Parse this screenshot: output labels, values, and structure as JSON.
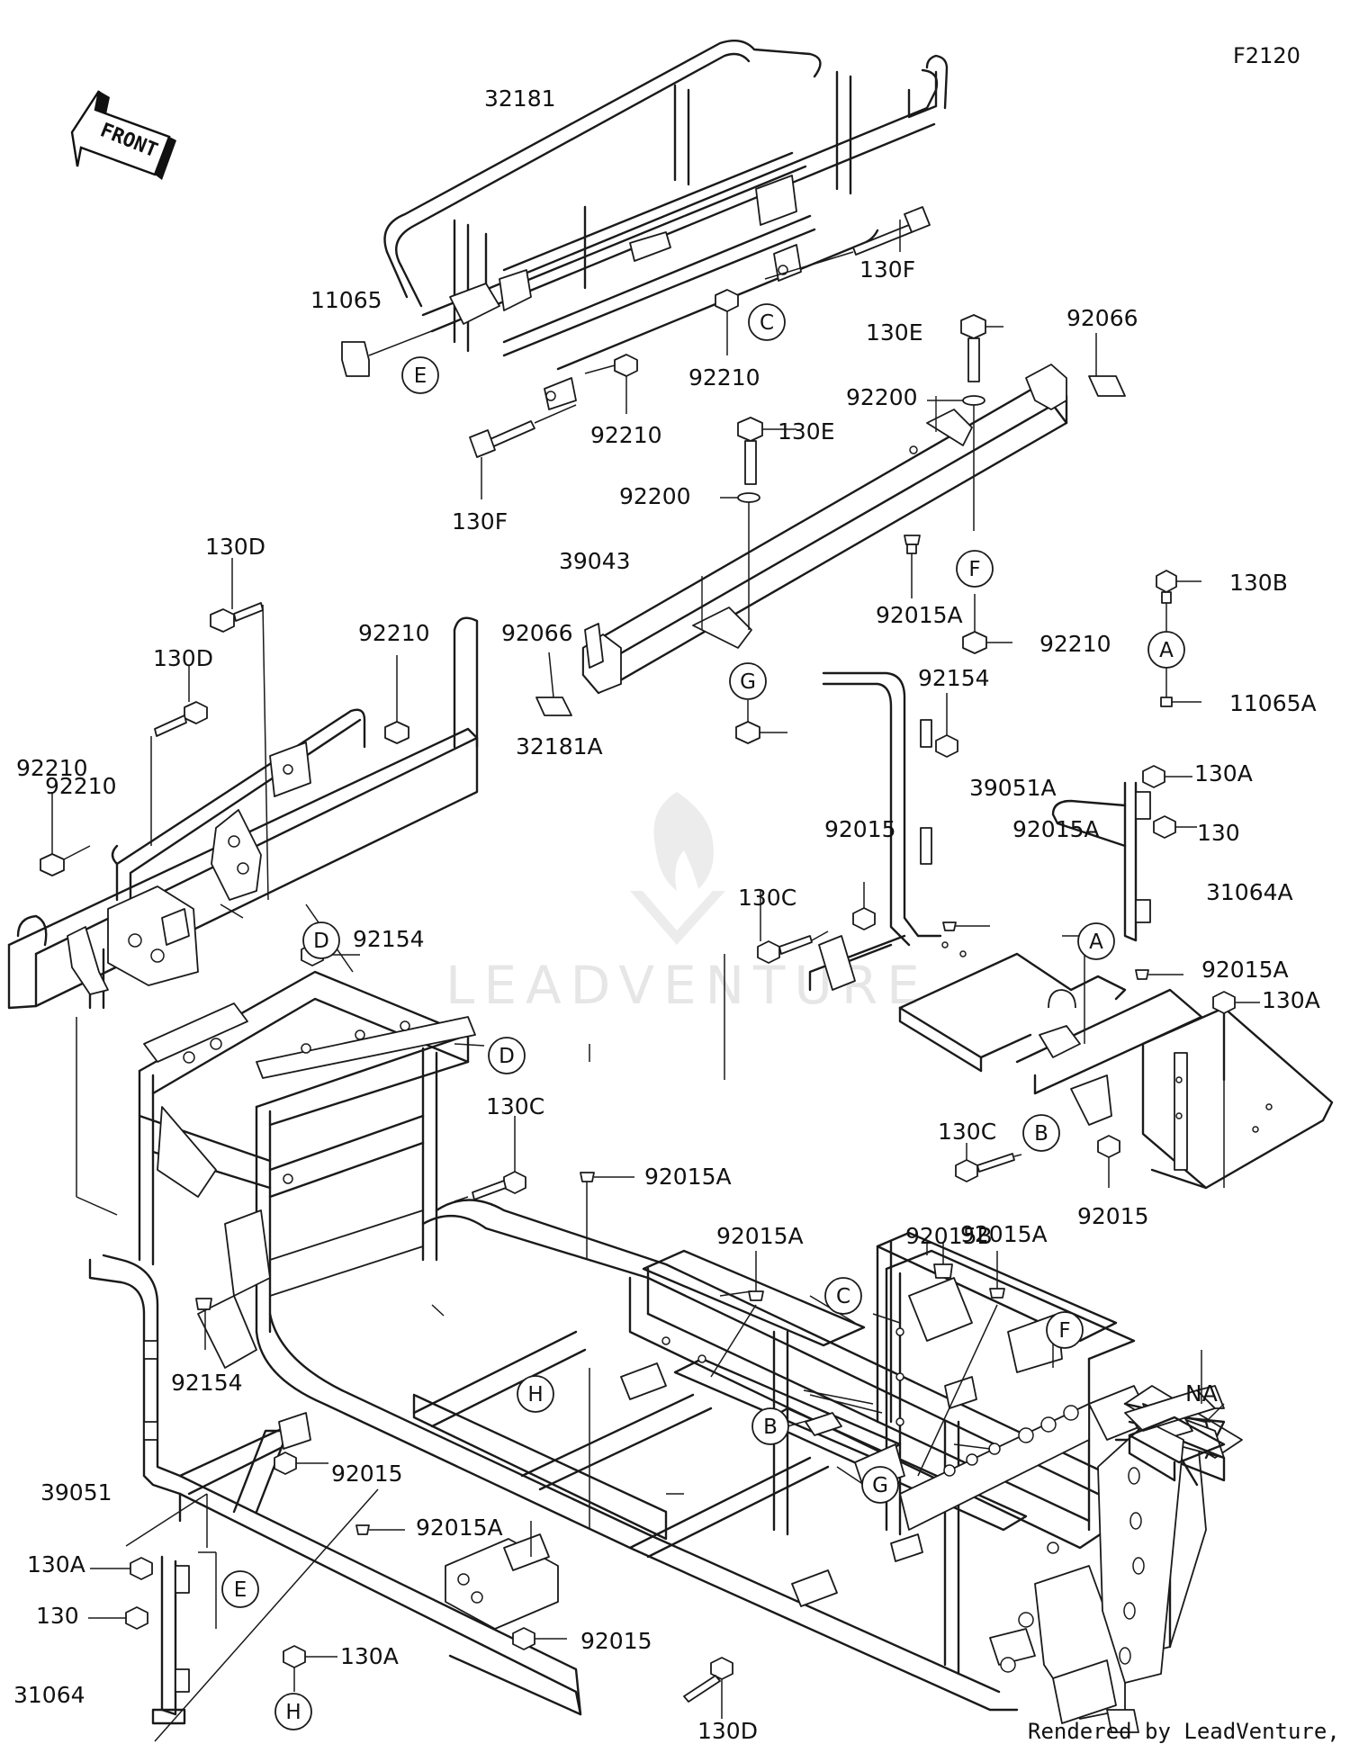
{
  "figure_code": "F2120",
  "credit": "Rendered by LeadVenture, Inc.",
  "watermark": "LEADVENTURE",
  "front_arrow_label": "FRONT",
  "part_labels": [
    "32181",
    "130F",
    "11065",
    "92210",
    "92210",
    "130F",
    "130E",
    "92066",
    "92200",
    "130E",
    "92200",
    "39043",
    "92066",
    "92015A",
    "92210",
    "130B",
    "11065A",
    "130D",
    "130D",
    "92210",
    "32181A",
    "92210",
    "92210",
    "92154",
    "39051A",
    "130A",
    "130",
    "92015",
    "92015A",
    "31064A",
    "130C",
    "92015A",
    "130A",
    "92154",
    "130C",
    "130C",
    "92015",
    "92015A",
    "92015B",
    "92015A",
    "92015A",
    "92154",
    "NA",
    "39051",
    "92015",
    "92015A",
    "130A",
    "130",
    "92015",
    "130A",
    "31064",
    "130D"
  ],
  "ref_circles": [
    "C",
    "E",
    "F",
    "G",
    "A",
    "D",
    "A",
    "B",
    "D",
    "C",
    "F",
    "H",
    "B",
    "G",
    "E",
    "H"
  ]
}
